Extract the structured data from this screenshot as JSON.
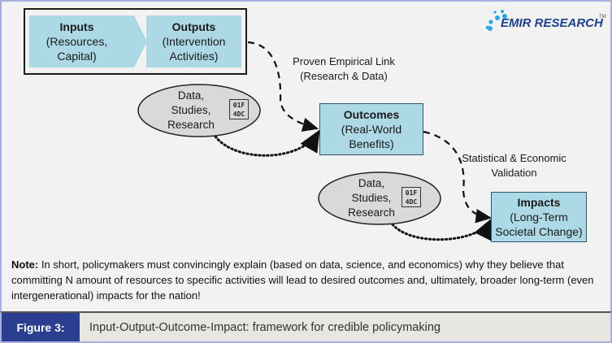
{
  "diagram": {
    "inputs": {
      "title": "Inputs",
      "line1": "(Resources,",
      "line2": "Capital)"
    },
    "outputs": {
      "title": "Outputs",
      "line1": "(Intervention",
      "line2": "Activities)"
    },
    "outcomes": {
      "title": "Outcomes",
      "line1": "(Real-World",
      "line2": "Benefits)"
    },
    "impacts": {
      "title": "Impacts",
      "line1": "(Long-Term",
      "line2": "Societal Change)"
    },
    "link1": {
      "line1": "Proven Empirical Link",
      "line2": "(Research & Data)"
    },
    "link2": {
      "line1": "Statistical & Economic",
      "line2": "Validation"
    },
    "evidence": [
      {
        "line1": "Data,",
        "line2": "Studies,",
        "line3": "Research",
        "code1": "01F",
        "code2": "4DC"
      },
      {
        "line1": "Data,",
        "line2": "Studies,",
        "line3": "Research",
        "code1": "01F",
        "code2": "4DC"
      }
    ]
  },
  "logo": {
    "text": "EMIR RESEARCH",
    "tm": "TM",
    "icon": "dots-logo-icon"
  },
  "note": {
    "label": "Note:",
    "text": " In short, policymakers must convincingly explain (based on data, science, and economics) why they believe that committing N amount of resources to specific activities will lead to desired outcomes and, ultimately, broader long-term (even intergenerational) impacts for the nation!"
  },
  "caption": {
    "label": "Figure 3:",
    "title": "Input-Output-Outcome-Impact: framework for credible policymaking"
  },
  "colors": {
    "box": "#add8e6",
    "figure_label_bg": "#2c3e8f",
    "ellipse": "#d9d9d9"
  }
}
